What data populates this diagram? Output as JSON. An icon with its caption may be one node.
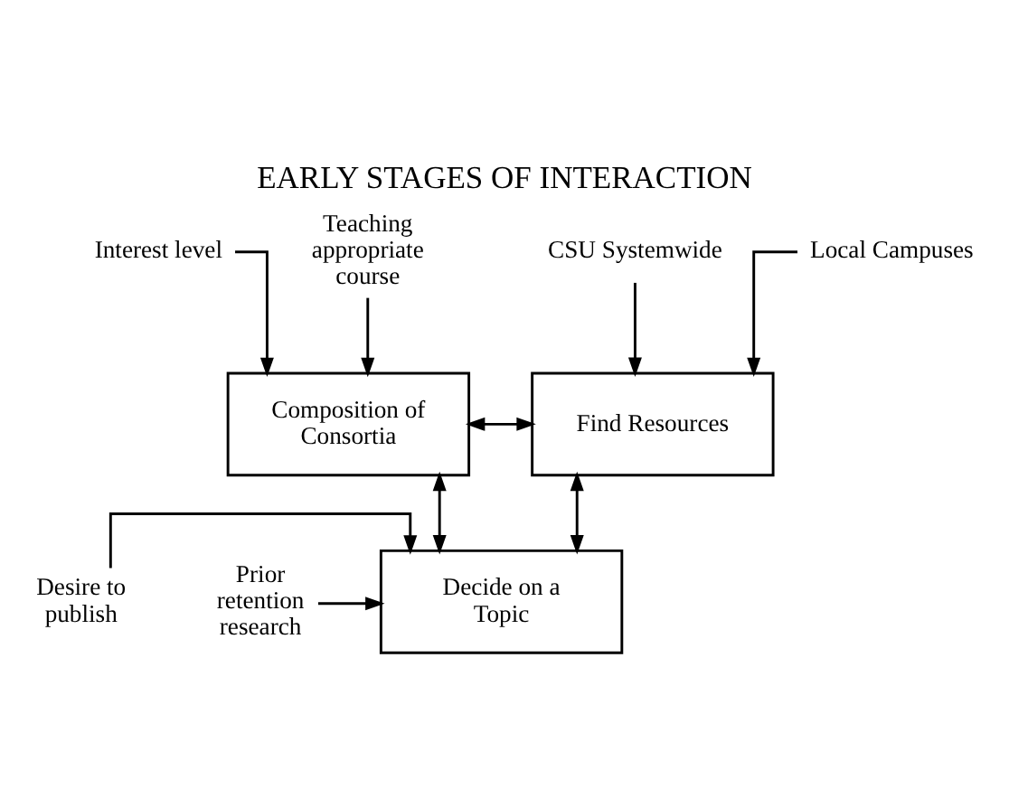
{
  "diagram": {
    "title": "EARLY STAGES OF INTERACTION",
    "nodes": [
      {
        "text": [
          "Interest level"
        ]
      },
      {
        "text": [
          "CSU Systemwide"
        ]
      },
      {
        "text": [
          "Teaching appropriate course"
        ]
      },
      {
        "text": [
          "Local Campuses"
        ]
      },
      {
        "text": [
          "Composition of Consortia"
        ]
      },
      {
        "text": [
          "Find Resources"
        ]
      },
      {
        "text": [
          "Desire to publish"
        ]
      },
      {
        "text": [
          "Decide on a Topic"
        ]
      },
      {
        "text": [
          "Prior retention research"
        ]
      }
    ],
    "edges": [
      {
        "from": 0,
        "to": 4,
        "arrow": "to"
      },
      {
        "from": 2,
        "to": 4,
        "arrow": "to"
      },
      {
        "from": 1,
        "to": 5,
        "arrow": "to"
      },
      {
        "from": 3,
        "to": 5,
        "arrow": "to"
      },
      {
        "from": 4,
        "to": 5,
        "arrow": "both"
      },
      {
        "from": 4,
        "to": 7,
        "arrow": "both"
      },
      {
        "from": 5,
        "to": 7,
        "arrow": "both"
      },
      {
        "from": 6,
        "to": 7,
        "arrow": "to"
      },
      {
        "from": 8,
        "to": 7,
        "arrow": "to"
      }
    ]
  }
}
